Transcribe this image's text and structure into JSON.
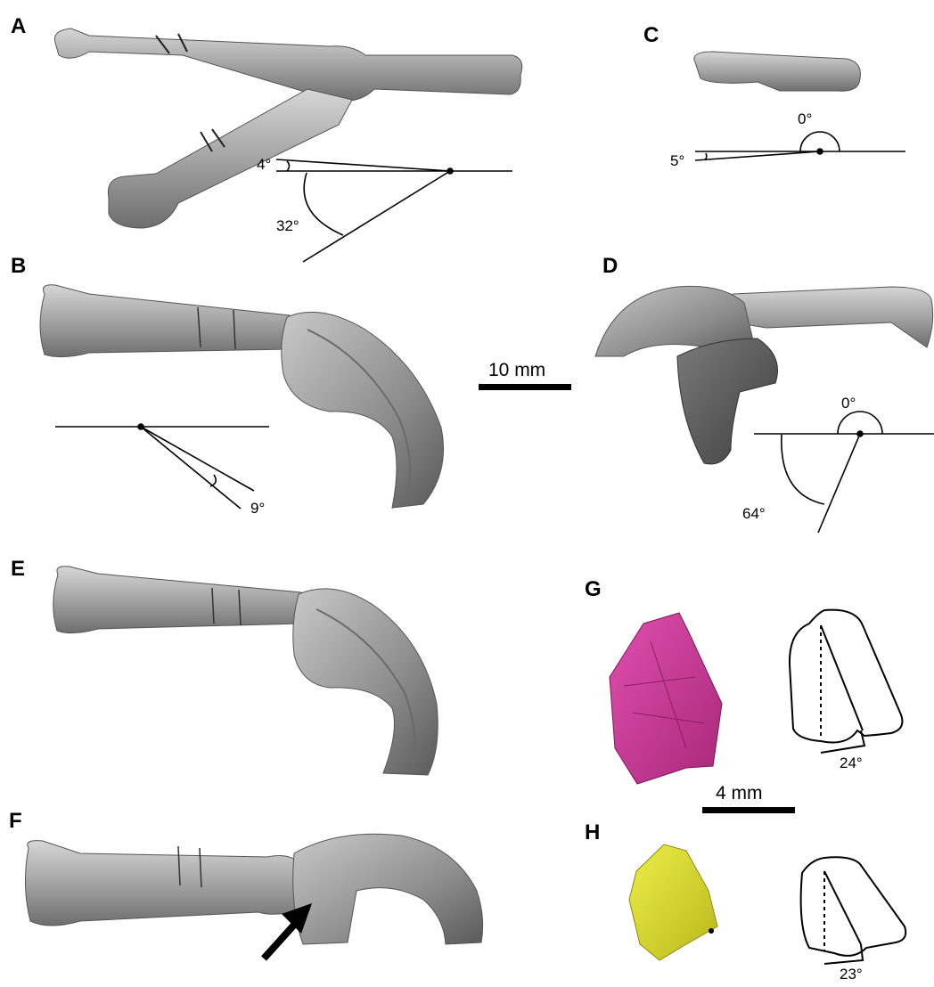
{
  "panels": {
    "A": "A",
    "B": "B",
    "C": "C",
    "D": "D",
    "E": "E",
    "F": "F",
    "G": "G",
    "H": "H"
  },
  "angles": {
    "a_small": "4°",
    "a_large": "32°",
    "b": "9°",
    "c_zero": "0°",
    "c_small": "5°",
    "d_zero": "0°",
    "d_large": "64°",
    "g": "24°",
    "h": "23°"
  },
  "scale_bars": {
    "large": "10 mm",
    "small": "4 mm"
  },
  "colors": {
    "bone": "#9a9a9a",
    "bone_dark": "#5e5e5e",
    "bone_light": "#c8c8c8",
    "magenta_model": "#c2368f",
    "yellow_model": "#d8d82a"
  }
}
